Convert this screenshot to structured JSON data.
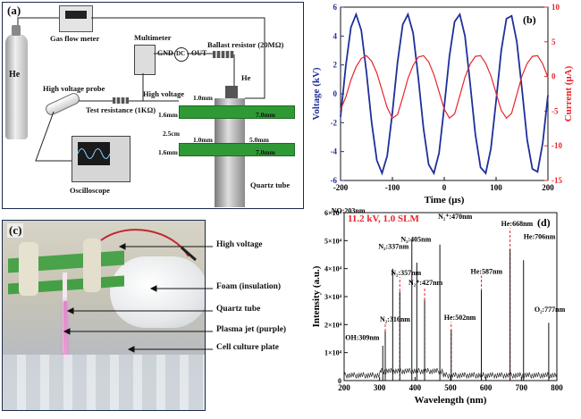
{
  "panel_a": {
    "label": "(a)",
    "gas_source": "He",
    "gas_flow_meter": "Gas flow meter",
    "multimeter": "Multimeter",
    "gnd": "GND",
    "dc": "DC",
    "out": "OUT",
    "ballast": "Ballast resistor (20MΩ)",
    "he_inlet": "He",
    "hv_probe": "High voltage probe",
    "test_res": "Test resistance (1KΩ)",
    "high_voltage": "High voltage",
    "oscilloscope": "Oscilloscope",
    "quartz_tube": "Quartz tube",
    "dim_top_10": "1.0mm",
    "dim_top_70": "7.0mm",
    "dim_top_16": "1.6mm",
    "dim_gap": "2.5cm",
    "dim_bot_10": "1.0mm",
    "dim_bot_50": "5.0mm",
    "dim_bot_70": "7.0mm",
    "dim_bot_16": "1.6mm"
  },
  "panel_c": {
    "label": "(c)",
    "annotations": [
      "High voltage",
      "Foam (insulation)",
      "Quartz tube",
      "Plasma jet (purple)",
      "Cell culture plate"
    ]
  },
  "chart_data": [
    {
      "type": "line",
      "panel": "(b)",
      "xlabel": "Time (μs)",
      "ylabel_left": "Voltage (kV)",
      "ylabel_right": "Current (μA)",
      "xlim": [
        -200,
        200
      ],
      "ylim_left": [
        -6,
        6
      ],
      "ylim_right": [
        -15,
        10
      ],
      "xticks": [
        -200,
        -100,
        0,
        100,
        200
      ],
      "yticks_left": [
        -6,
        -4,
        -2,
        0,
        2,
        4,
        6
      ],
      "yticks_right": [
        -15,
        -10,
        -5,
        0,
        5,
        10
      ],
      "series": [
        {
          "axis": "left",
          "color": "#1f2f9a",
          "x": [
            -200,
            -190,
            -180,
            -170,
            -160,
            -150,
            -140,
            -130,
            -120,
            -110,
            -100,
            -90,
            -80,
            -70,
            -60,
            -50,
            -40,
            -30,
            -20,
            -10,
            0,
            10,
            20,
            30,
            40,
            50,
            60,
            70,
            80,
            90,
            100,
            110,
            120,
            130,
            140,
            150,
            160,
            170,
            180,
            190,
            200
          ],
          "values": [
            -1.6,
            1.9,
            4.6,
            5.5,
            4.4,
            1.5,
            -2.0,
            -4.6,
            -5.5,
            -4.3,
            -1.3,
            2.2,
            4.8,
            5.5,
            4.2,
            1.1,
            -2.4,
            -4.9,
            -5.5,
            -4.1,
            -0.9,
            2.6,
            5.0,
            5.5,
            4.0,
            0.7,
            -2.8,
            -5.1,
            -5.5,
            -3.8,
            -0.5,
            3.0,
            5.2,
            5.4,
            3.6,
            0.3,
            -3.2,
            -5.2,
            -5.4,
            -3.4,
            -0.1
          ]
        },
        {
          "axis": "right",
          "color": "#e8252b",
          "x": [
            -200,
            -190,
            -180,
            -170,
            -160,
            -150,
            -140,
            -130,
            -120,
            -110,
            -100,
            -90,
            -80,
            -70,
            -60,
            -50,
            -40,
            -30,
            -20,
            -10,
            0,
            10,
            20,
            30,
            40,
            50,
            60,
            70,
            80,
            90,
            100,
            110,
            120,
            130,
            140,
            150,
            160,
            170,
            180,
            190,
            200
          ],
          "values": [
            -4.8,
            -3.0,
            -0.5,
            1.4,
            2.6,
            3.0,
            2.2,
            0.5,
            -2.0,
            -4.5,
            -6.0,
            -5.5,
            -3.0,
            -0.3,
            1.6,
            2.8,
            3.0,
            2.1,
            0.3,
            -2.2,
            -4.7,
            -6.0,
            -5.4,
            -2.8,
            -0.1,
            1.8,
            2.9,
            3.0,
            1.9,
            0.1,
            -2.4,
            -4.9,
            -6.0,
            -5.3,
            -2.6,
            0.1,
            1.9,
            2.9,
            3.0,
            1.8,
            -0.1
          ]
        }
      ]
    },
    {
      "type": "line",
      "panel": "(d)",
      "title": "11.2 kV,  1.0 SLM",
      "xlabel": "Wavelength (nm)",
      "ylabel": "Intensity (a.u.)",
      "xlim": [
        200,
        800
      ],
      "ylim": [
        0,
        60000
      ],
      "xticks": [
        200,
        300,
        400,
        500,
        600,
        700,
        800
      ],
      "yticks": [
        0,
        10000,
        20000,
        30000,
        40000,
        50000,
        60000
      ],
      "ytick_labels": [
        "0",
        "1×10⁴",
        "2×10⁴",
        "3×10⁴",
        "4×10⁴",
        "5×10⁴",
        "6×10⁴"
      ],
      "peaks": [
        {
          "x": 309,
          "y": 14500,
          "label": "OH:309nm"
        },
        {
          "x": 316,
          "y": 20500,
          "label": "N₂:316nm"
        },
        {
          "x": 337,
          "y": 46500,
          "label": "N₂:337nm"
        },
        {
          "x": 357,
          "y": 37000,
          "label": "N₂:357nm"
        },
        {
          "x": 391,
          "y": 58500,
          "label": "NO:203nm"
        },
        {
          "x": 405,
          "y": 49000,
          "label": "N₂:405nm"
        },
        {
          "x": 427,
          "y": 33500,
          "label": "N₂⁺:427nm"
        },
        {
          "x": 470,
          "y": 56500,
          "label": "N₂⁺:470nm"
        },
        {
          "x": 502,
          "y": 21000,
          "label": "He:502nm"
        },
        {
          "x": 587,
          "y": 37500,
          "label": "He:587nm"
        },
        {
          "x": 668,
          "y": 54500,
          "label": "He:668nm"
        },
        {
          "x": 706,
          "y": 50000,
          "label": "He:706nm"
        },
        {
          "x": 777,
          "y": 24000,
          "label": "O₂:777nm"
        }
      ]
    }
  ]
}
